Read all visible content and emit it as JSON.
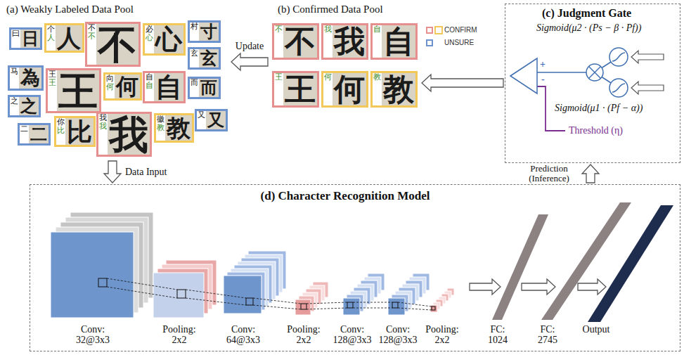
{
  "diagram": {
    "nodes": [
      {
        "text": [
          "(a) Weakly Labeled Data Pool"
        ]
      },
      {
        "text": [
          "曰",
          "日"
        ],
        "in": 0
      },
      {
        "text": [
          "个",
          "人",
          "人"
        ],
        "in": 0
      },
      {
        "text": [
          "不",
          "不",
          "不"
        ],
        "in": 0
      },
      {
        "text": [
          "必",
          "心",
          "心"
        ],
        "in": 0
      },
      {
        "text": [
          "村",
          "寸"
        ],
        "in": 0
      },
      {
        "text": [
          "玄",
          "玄"
        ],
        "in": 0
      },
      {
        "text": [
          "马",
          "為"
        ],
        "in": 0
      },
      {
        "text": [
          "王",
          "王",
          "王"
        ],
        "in": 0
      },
      {
        "text": [
          "向",
          "何",
          "何"
        ],
        "in": 0
      },
      {
        "text": [
          "自",
          "自",
          "自"
        ],
        "in": 0
      },
      {
        "text": [
          "而",
          "而"
        ],
        "in": 0
      },
      {
        "text": [
          "之",
          "之"
        ],
        "in": 0
      },
      {
        "text": [
          "二",
          "二"
        ],
        "in": 0
      },
      {
        "text": [
          "你",
          "比",
          "比"
        ],
        "in": 0
      },
      {
        "text": [
          "我",
          "我",
          "我"
        ],
        "in": 0
      },
      {
        "text": [
          "徽",
          "教",
          "教"
        ],
        "in": 0
      },
      {
        "text": [
          "又",
          "又"
        ],
        "in": 0
      },
      {
        "text": [
          "(b) Confirmed Data Pool"
        ]
      },
      {
        "text": [
          "不",
          "不"
        ],
        "in": 18
      },
      {
        "text": [
          "我",
          "我"
        ],
        "in": 18
      },
      {
        "text": [
          "自",
          "自"
        ],
        "in": 18
      },
      {
        "text": [
          "王",
          "王"
        ],
        "in": 18
      },
      {
        "text": [
          "何",
          "何"
        ],
        "in": 18
      },
      {
        "text": [
          "教",
          "教"
        ],
        "in": 18
      },
      {
        "text": [
          "(c) Judgment Gate",
          "Sigmoid(μ2 · (Ps − β · Pf))",
          "Sigmoid(μ1 · (Pf − α))",
          "Threshold (η)"
        ]
      },
      {
        "text": [
          "(d) Character Recognition Model",
          "Conv: 32@3x3",
          "Pooling: 2x2",
          "Conv: 64@3x3",
          "Pooling: 2x2",
          "Conv: 128@3x3",
          "Conv: 128@3x3",
          "Pooling: 2x2",
          "FC: 1024",
          "FC: 2745",
          "Output"
        ]
      }
    ],
    "edges": [
      {
        "from": 18,
        "to": 0,
        "label": "Update",
        "arrow": "to"
      },
      {
        "from": 25,
        "to": 18,
        "arrow": "to"
      },
      {
        "from": 0,
        "to": 26,
        "label": "Data Input",
        "arrow": "to"
      },
      {
        "from": 26,
        "to": 25,
        "label": "Prediction (Inference)",
        "arrow": "to"
      }
    ],
    "labels": [
      "+",
      "-"
    ],
    "legend": [
      {
        "text": "CONFIRM",
        "color": "#e58f8e"
      },
      {
        "text": "UNSURE",
        "color": "#6d93ce"
      }
    ]
  }
}
